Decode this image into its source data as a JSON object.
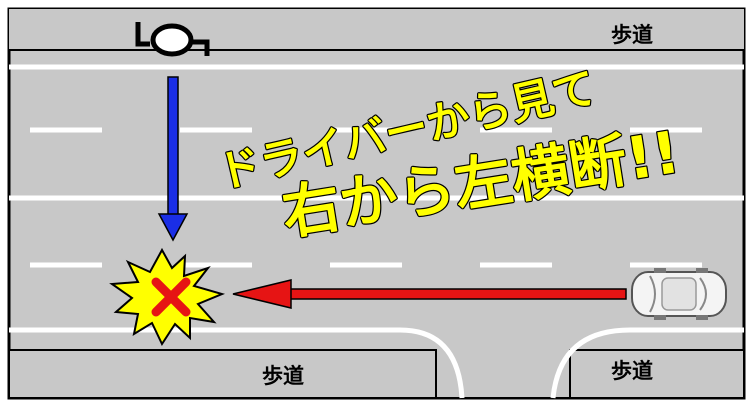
{
  "labels": {
    "sidewalk_top_right": "歩道",
    "sidewalk_bottom_left": "歩道",
    "sidewalk_bottom_right": "歩道"
  },
  "callout": {
    "line1": "ドライバーから見て",
    "line2": "右から左横断!!"
  },
  "icons": {
    "pedestrian": "pedestrian-top-view-icon",
    "car": "car-top-view-icon",
    "collision": "collision-burst-icon"
  },
  "colors": {
    "road": "#c8c8c8",
    "sidewalk": "#c8c8c8",
    "lane_line": "#ffffff",
    "pedestrian_arrow": "#1a2ee6",
    "car_arrow": "#e61414",
    "callout_fill": "#ffff00",
    "burst_fill": "#ffff00",
    "cross": "#e61414"
  }
}
